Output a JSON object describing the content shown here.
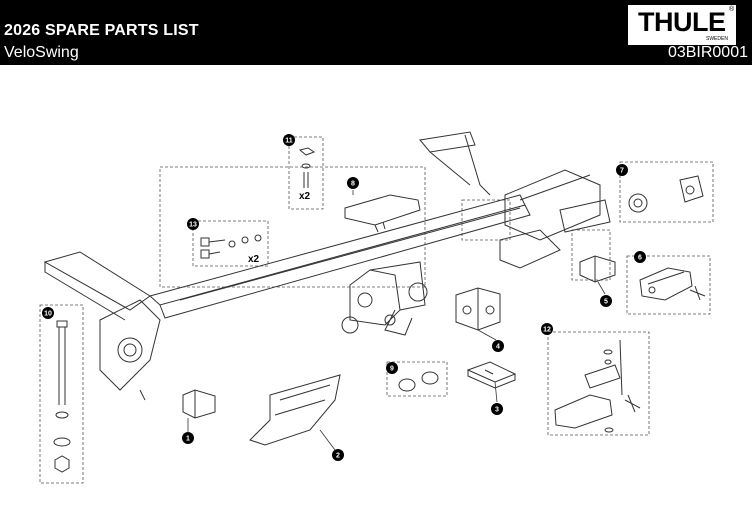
{
  "header": {
    "title": "2026 SPARE PARTS LIST",
    "product": "VeloSwing",
    "code": "03BIR0001",
    "brand": "THULE",
    "brand_sub": "SWEDEN",
    "brand_reg": "®"
  },
  "callouts": [
    {
      "num": "1"
    },
    {
      "num": "2"
    },
    {
      "num": "3"
    },
    {
      "num": "4"
    },
    {
      "num": "5"
    },
    {
      "num": "6"
    },
    {
      "num": "7"
    },
    {
      "num": "8"
    },
    {
      "num": "9"
    },
    {
      "num": "10"
    },
    {
      "num": "11"
    },
    {
      "num": "12"
    },
    {
      "num": "13"
    }
  ],
  "quantities": {
    "part11": "x2",
    "part13": "x2"
  },
  "colors": {
    "header_bg": "#000000",
    "header_text": "#ffffff",
    "line": "#333333"
  }
}
